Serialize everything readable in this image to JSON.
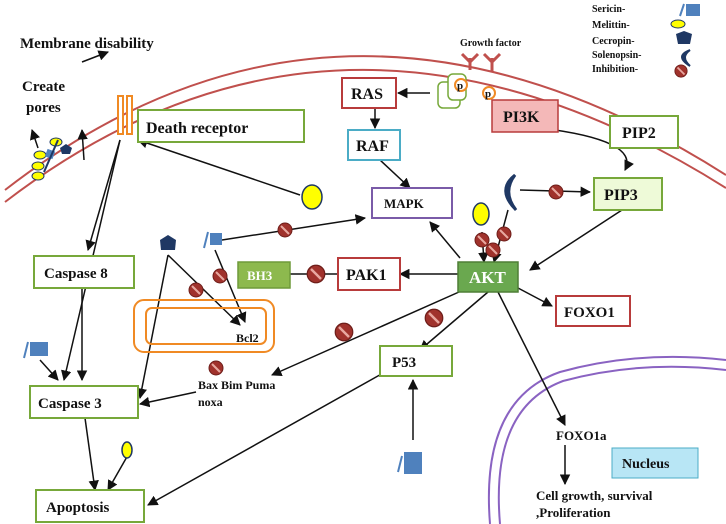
{
  "labels": {
    "membrane_disability": "Membrane disability",
    "create": "Create",
    "pores": "pores",
    "growth_factor": "Growth factor",
    "death_receptor": "Death receptor",
    "ras": "RAS",
    "raf": "RAF",
    "mapk": "MAPK",
    "pi3k": "PI3K",
    "pip2": "PIP2",
    "pip3": "PIP3",
    "akt": "AKT",
    "pak1": "PAK1",
    "bh3": "BH3",
    "foxo1": "FOXO1",
    "caspase8": "Caspase 8",
    "caspase3": "Caspase 3",
    "bcl2": "Bcl2",
    "bax_line1": "Bax Bim Puma",
    "bax_line2": "noxa",
    "p53": "P53",
    "foxo1a": "FOXO1a",
    "nucleus": "Nucleus",
    "apoptosis": "Apoptosis",
    "cell_line1": "Cell growth, survival",
    "cell_line2": ",Proliferation",
    "p_marker": "p"
  },
  "legend": [
    {
      "label": "Sericin-",
      "icon": "sericin-icon"
    },
    {
      "label": "Melittin-",
      "icon": "melittin-icon"
    },
    {
      "label": "Cecropin-",
      "icon": "cecropin-icon"
    },
    {
      "label": "Solenopsin-",
      "icon": "solenopsin-icon"
    },
    {
      "label": "Inhibition-",
      "icon": "inhibition-icon"
    }
  ],
  "colors": {
    "membrane": "#c0504d",
    "box_green": "#77a83a",
    "box_red": "#b83b3b",
    "box_blue": "#4bacc6",
    "box_purple": "#7a5ba8",
    "akt_fill": "#6aa84f",
    "bh3_fill": "#8db94e",
    "pi3k_fill": "#f4b8b8",
    "pip3_fill": "#eefad8",
    "nucleus_fill": "#b8e6f5",
    "sericin": "#4f81bd",
    "melittin": "#ffff00",
    "cecropin": "#1f3864",
    "inhibition": "#a0322c",
    "bcl2_frame": "#f08a24"
  }
}
